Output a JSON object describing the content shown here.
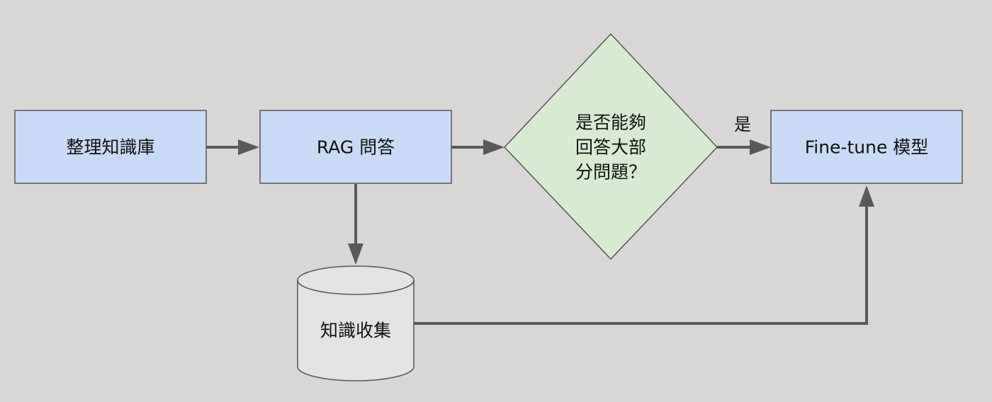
{
  "nodes": {
    "organize": {
      "label": "整理知識庫"
    },
    "rag": {
      "label": "RAG 問答"
    },
    "decision": {
      "lines": [
        "是否能夠",
        "回答大部",
        "分問題？"
      ]
    },
    "finetune": {
      "label": "Fine-tune 模型"
    },
    "collect": {
      "label": "知識收集"
    }
  },
  "edges": {
    "yes_label": "是"
  },
  "colors": {
    "background": "#d9d7d5",
    "process_fill": "#c8daf6",
    "decision_fill": "#d9ead3",
    "database_fill": "#e3e3e3",
    "stroke": "#555555",
    "arrow": "#595959"
  }
}
